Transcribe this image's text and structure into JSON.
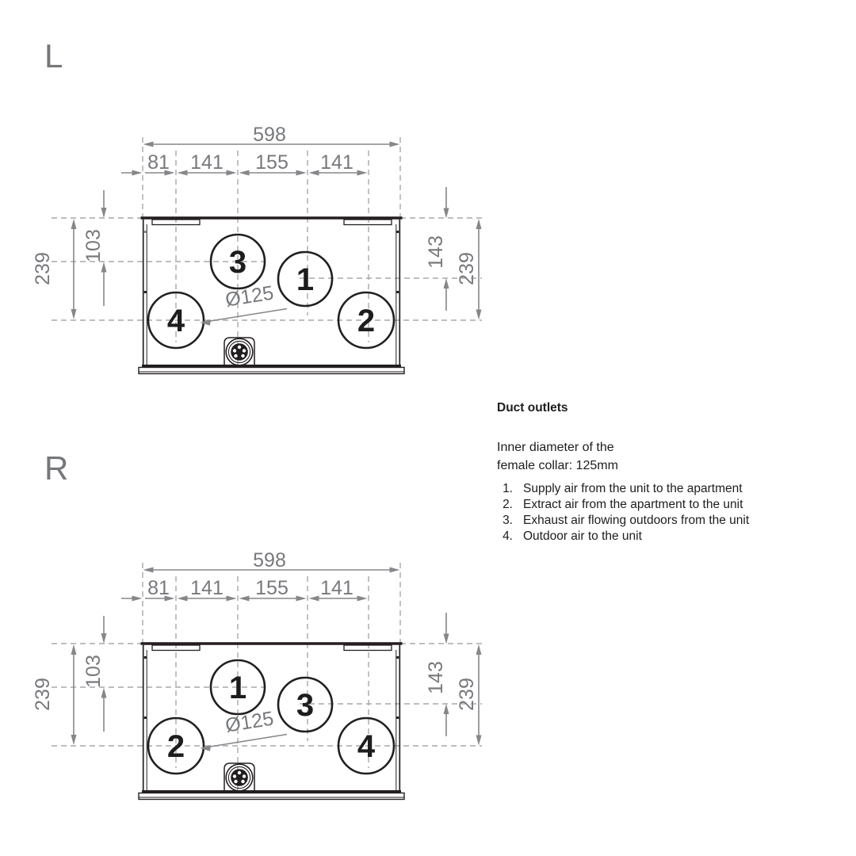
{
  "views": {
    "left_label": "L",
    "right_label": "R"
  },
  "dimensions": {
    "total_width": "598",
    "segments": [
      "81",
      "141",
      "155",
      "141"
    ],
    "depth_left": "239",
    "offset_left": "103",
    "offset_right": "143",
    "depth_right": "239",
    "collar_diameter": "Ø125"
  },
  "diagram_l": {
    "circles": [
      {
        "position": "top",
        "label": "3"
      },
      {
        "position": "middle",
        "label": "1"
      },
      {
        "position": "bottom-left",
        "label": "4"
      },
      {
        "position": "bottom-right",
        "label": "2"
      }
    ]
  },
  "diagram_r": {
    "circles": [
      {
        "position": "top",
        "label": "1"
      },
      {
        "position": "middle",
        "label": "3"
      },
      {
        "position": "bottom-left",
        "label": "2"
      },
      {
        "position": "bottom-right",
        "label": "4"
      }
    ]
  },
  "info": {
    "heading": "Duct outlets",
    "note_line1": "Inner diameter of the",
    "note_line2": "female collar: 125mm",
    "items": [
      {
        "number": "1.",
        "text": "Supply air from the unit to the apartment"
      },
      {
        "number": "2.",
        "text": "Extract air from the apartment to the unit"
      },
      {
        "number": "3.",
        "text": "Exhaust air flowing outdoors from the unit"
      },
      {
        "number": "4.",
        "text": "Outdoor air to the unit"
      }
    ]
  },
  "colors": {
    "outline": "#231f20",
    "dimension_line": "#85878a",
    "dimension_text": "#77797c",
    "dashed_line": "#a6a8ab",
    "body_text": "#1d1d1b"
  }
}
